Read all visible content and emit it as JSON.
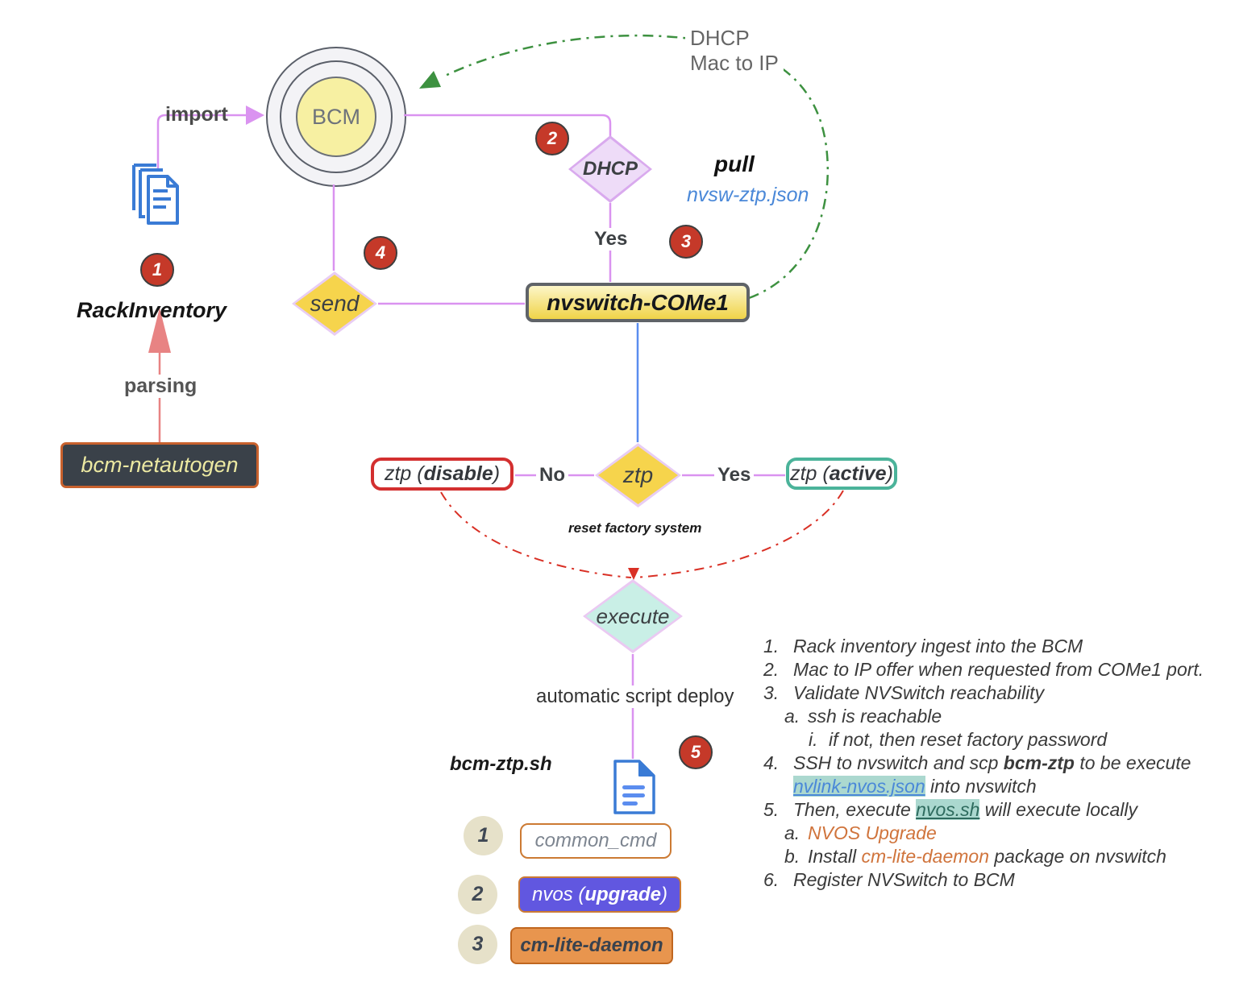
{
  "colors": {
    "connector_purple": "#da93f0",
    "connector_blue": "#5b8def",
    "connector_green": "#3d9140",
    "connector_red": "#d93025",
    "arrow_salmon": "#e88383",
    "badge_red": "#c53929",
    "diamond_yellow": "#f6d44c",
    "diamond_lavender_fill": "#eedcf8",
    "diamond_mint": "#c9efe6",
    "diamond_border_lavender": "#e8cdf4",
    "highlight_teal": "#abd8cf",
    "orange_text": "#d0743c",
    "link_blue": "#4a88d8"
  },
  "badges": [
    "1",
    "2",
    "3",
    "4",
    "5"
  ],
  "nodes": {
    "bcm": "BCM",
    "dhcp": "DHCP",
    "send": "send",
    "ztp": "ztp",
    "execute": "execute",
    "nvswitch_come1": "nvswitch-COMe1",
    "bcm_netautogen": "bcm-netautogen",
    "ztp_disable": {
      "pre": "ztp (",
      "bold": "disable",
      "post": ")"
    },
    "ztp_active": {
      "pre": "ztp (",
      "bold": "active",
      "post": ")"
    }
  },
  "labels": {
    "import": "import",
    "rack_inventory": "RackInventory",
    "parsing": "parsing",
    "dhcp_line1": "DHCP",
    "dhcp_line2": "Mac to IP",
    "pull": "pull",
    "pull_file": "nvsw-ztp.json",
    "yes_top": "Yes",
    "no_left": "No",
    "yes_right": "Yes",
    "reset_factory": "reset factory system",
    "auto_deploy": "automatic script deploy",
    "bcm_ztp_sh": "bcm-ztp.sh"
  },
  "script_items": {
    "item1": {
      "num": "1",
      "label": "common_cmd"
    },
    "item2": {
      "num": "2",
      "pre": "nvos (",
      "bold": "upgrade",
      "post": ")"
    },
    "item3": {
      "num": "3",
      "label": "cm-lite-daemon"
    }
  },
  "notes": {
    "rows": [
      {
        "level": 0,
        "num": "1.",
        "parts": [
          {
            "t": "Rack inventory ingest into the BCM"
          }
        ]
      },
      {
        "level": 0,
        "num": "2.",
        "parts": [
          {
            "t": "Mac to IP offer when requested from COMe1 port."
          }
        ]
      },
      {
        "level": 0,
        "num": "3.",
        "parts": [
          {
            "t": "Validate NVSwitch reachability"
          }
        ]
      },
      {
        "level": 1,
        "num": "a.",
        "parts": [
          {
            "t": "ssh is reachable"
          }
        ]
      },
      {
        "level": 2,
        "num": "i.",
        "parts": [
          {
            "t": "if not, then reset factory password"
          }
        ]
      },
      {
        "level": 0,
        "num": "4.",
        "parts": [
          {
            "t": "SSH to nvswitch and scp "
          },
          {
            "t": "bcm-ztp",
            "s": "b"
          },
          {
            "t": " to be execute"
          }
        ]
      },
      {
        "level": 0,
        "num": "",
        "parts": [
          {
            "t": "nvlink-nvos.json",
            "s": "link"
          },
          {
            "t": " into nvswitch"
          }
        ]
      },
      {
        "level": 0,
        "num": "5.",
        "parts": [
          {
            "t": "Then, execute "
          },
          {
            "t": "nvos.sh",
            "s": "hl"
          },
          {
            "t": " will execute locally"
          }
        ]
      },
      {
        "level": 1,
        "num": "a.",
        "parts": [
          {
            "t": "NVOS Upgrade",
            "s": "o"
          }
        ]
      },
      {
        "level": 1,
        "num": "b.",
        "parts": [
          {
            "t": "Install "
          },
          {
            "t": "cm-lite-daemon",
            "s": "o"
          },
          {
            "t": " package on nvswitch"
          }
        ]
      },
      {
        "level": 0,
        "num": "6.",
        "parts": [
          {
            "t": "Register NVSwitch to BCM"
          }
        ]
      }
    ]
  }
}
